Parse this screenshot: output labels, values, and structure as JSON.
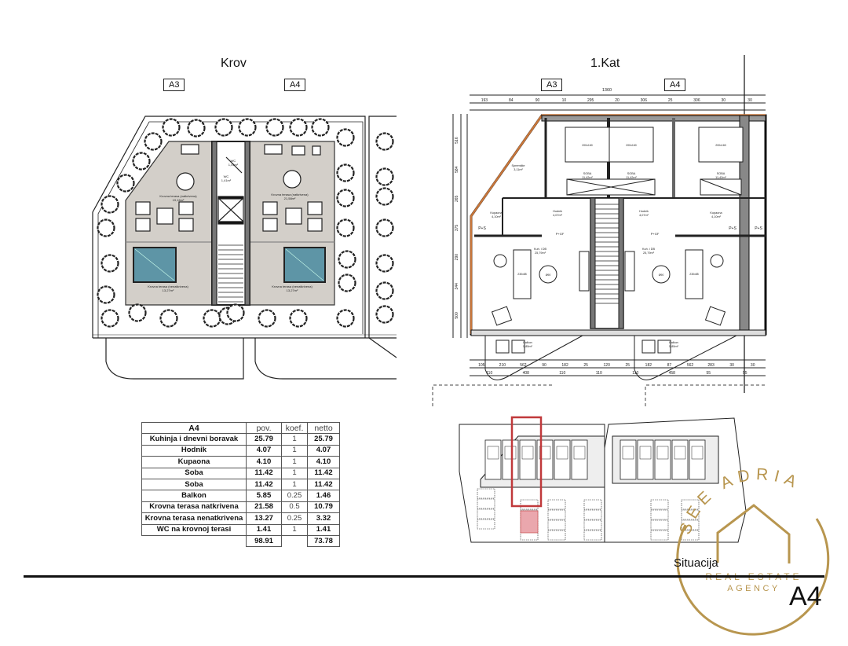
{
  "roof_plan": {
    "title": "Krov",
    "unit_tags": [
      "A3",
      "A4"
    ],
    "rooms": [
      {
        "name": "Krovna terasa (natkrivena)",
        "area": "19,16m²"
      },
      {
        "name": "Krovna terasa (natkrivena)",
        "area": "21,58m²"
      },
      {
        "name": "Krovna terasa (nenatkrivena)",
        "area": "13,27m²"
      },
      {
        "name": "Krovna terasa (nenatkrivena)",
        "area": "13,27m²"
      },
      {
        "name": "WC",
        "area": "1,41m²"
      },
      {
        "name": "WC",
        "area": "1,41m²"
      }
    ]
  },
  "first_floor_plan": {
    "title": "1.Kat",
    "unit_tags": [
      "A3",
      "A4"
    ],
    "total_dimension": "1360",
    "top_dimensions": [
      "193",
      "84",
      "90",
      "10",
      "295",
      "20",
      "306",
      "25",
      "306",
      "30",
      "30"
    ],
    "bottom_dimensions": [
      "105",
      "210",
      "562",
      "90",
      "182",
      "25",
      "120",
      "25",
      "182",
      "87",
      "562",
      "283",
      "30",
      "30"
    ],
    "bottom_dimensions_2": [
      "110",
      "408",
      "110",
      "110",
      "110",
      "458",
      "55",
      "55"
    ],
    "side_dimensions": [
      "516",
      "584",
      "265",
      "375",
      "290",
      "344",
      "500"
    ],
    "rooms": [
      {
        "name": "Spremište",
        "area": "3,11m²"
      },
      {
        "name": "SOBA",
        "area": "11,42m²"
      },
      {
        "name": "SOBA",
        "area": "11,42m²"
      },
      {
        "name": "SOBA",
        "area": "11,42m²"
      },
      {
        "name": "Kupaona",
        "area": "4,10m²"
      },
      {
        "name": "Hodnik",
        "area": "4,07m²"
      },
      {
        "name": "Hodnik",
        "area": "4,07m²"
      },
      {
        "name": "Kupaona",
        "area": "4,10m²"
      },
      {
        "name": "Kuh. i DB",
        "area": "25,79m²"
      },
      {
        "name": "Kuh. i DB",
        "area": "25,79m²"
      },
      {
        "name": "Balkon",
        "area": "5,85m²"
      },
      {
        "name": "Balkon",
        "area": "5,85m²"
      }
    ],
    "labels": {
      "ps": "P+S",
      "pgf": "P+GF",
      "bed": "200x160",
      "table": "Ø90",
      "sofa": "230x85"
    }
  },
  "area_table": {
    "headers": [
      "A4",
      "pov.",
      "koef.",
      "netto"
    ],
    "rows": [
      [
        "Kuhinja i dnevni boravak",
        "25.79",
        "1",
        "25.79"
      ],
      [
        "Hodnik",
        "4.07",
        "1",
        "4.07"
      ],
      [
        "Kupaona",
        "4.10",
        "1",
        "4.10"
      ],
      [
        "Soba",
        "11.42",
        "1",
        "11.42"
      ],
      [
        "Soba",
        "11.42",
        "1",
        "11.42"
      ],
      [
        "Balkon",
        "5.85",
        "0.25",
        "1.46"
      ],
      [
        "Krovna terasa natkrivena",
        "21.58",
        "0.5",
        "10.79"
      ],
      [
        "Krovna terasa nenatkrivena",
        "13.27",
        "0.25",
        "3.32"
      ],
      [
        "WC na krovnoj terasi",
        "1.41",
        "1",
        "1.41"
      ]
    ],
    "totals": [
      "",
      "98.91",
      "",
      "73.78"
    ]
  },
  "site_plan": {
    "title": "Situacija",
    "highlight_color": "#c0393b"
  },
  "sheet_label": "A4",
  "watermark": {
    "brand": "SEE ADRIA",
    "line1": "REAL ESTATE",
    "line2": "AGENCY",
    "color": "#b8964f"
  },
  "colors": {
    "pool": "#5e95a6",
    "terrace": "#d3cfc9",
    "facade": "#c8763a"
  }
}
